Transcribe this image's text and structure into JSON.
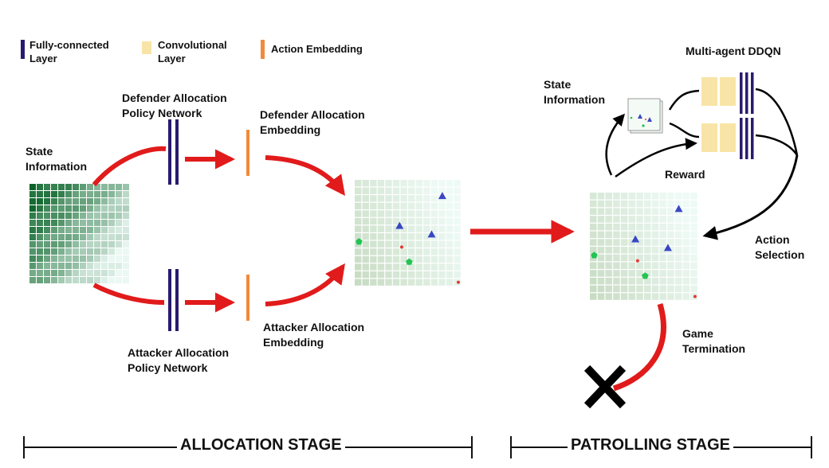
{
  "legend": {
    "fc_label": "Fully-connected\nLayer",
    "conv_label": "Convolutional\nLayer",
    "embed_label": "Action Embedding"
  },
  "labels": {
    "state_info_left": "State\nInformation",
    "defender_policy": "Defender Allocation\nPolicy Network",
    "attacker_policy": "Attacker Allocation\nPolicy Network",
    "defender_embedding": "Defender Allocation\nEmbedding",
    "attacker_embedding": "Attacker Allocation\nEmbedding",
    "state_info_right": "State\nInformation",
    "ddqn": "Multi-agent DDQN",
    "reward": "Reward",
    "action_selection": "Action\nSelection",
    "game_termination": "Game\nTermination"
  },
  "stages": {
    "allocation": "ALLOCATION STAGE",
    "patrolling": "PATROLLING STAGE"
  },
  "colors": {
    "fc": "#2a1a6e",
    "conv": "#f8e4a6",
    "embed": "#f28a3a",
    "arrow_red": "#e11b1b",
    "defender": "#3a47c4",
    "attacker": "#22c452",
    "target": "#e53935"
  }
}
